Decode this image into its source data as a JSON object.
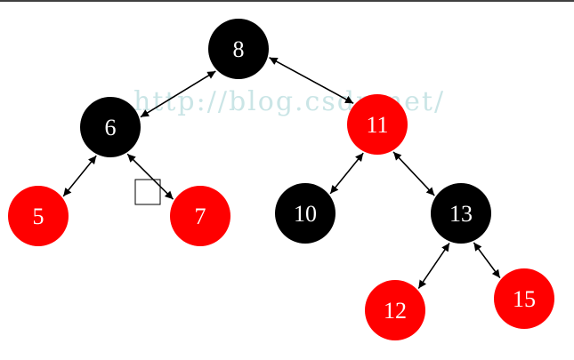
{
  "diagram": {
    "type": "red-black-tree",
    "colors": {
      "red": "#ff0000",
      "black": "#000000",
      "text": "#ffffff",
      "edge": "#000000",
      "watermark": "#9fd0d2"
    },
    "watermark_text": "http://blog.csdn.net/",
    "nodes": [
      {
        "id": "n8",
        "label": "8",
        "color": "black"
      },
      {
        "id": "n6",
        "label": "6",
        "color": "black"
      },
      {
        "id": "n11",
        "label": "11",
        "color": "red"
      },
      {
        "id": "n5",
        "label": "5",
        "color": "red"
      },
      {
        "id": "n7",
        "label": "7",
        "color": "red"
      },
      {
        "id": "n10",
        "label": "10",
        "color": "black"
      },
      {
        "id": "n13",
        "label": "13",
        "color": "black"
      },
      {
        "id": "n12",
        "label": "12",
        "color": "red"
      },
      {
        "id": "n15",
        "label": "15",
        "color": "red"
      }
    ],
    "edges": [
      {
        "from": "n8",
        "to": "n6"
      },
      {
        "from": "n6",
        "to": "n8"
      },
      {
        "from": "n8",
        "to": "n11"
      },
      {
        "from": "n11",
        "to": "n8"
      },
      {
        "from": "n6",
        "to": "n5"
      },
      {
        "from": "n5",
        "to": "n6"
      },
      {
        "from": "n6",
        "to": "n7"
      },
      {
        "from": "n7",
        "to": "n6"
      },
      {
        "from": "n11",
        "to": "n10"
      },
      {
        "from": "n10",
        "to": "n11"
      },
      {
        "from": "n11",
        "to": "n13"
      },
      {
        "from": "n13",
        "to": "n11"
      },
      {
        "from": "n13",
        "to": "n12"
      },
      {
        "from": "n12",
        "to": "n13"
      },
      {
        "from": "n13",
        "to": "n15"
      },
      {
        "from": "n15",
        "to": "n13"
      }
    ]
  }
}
